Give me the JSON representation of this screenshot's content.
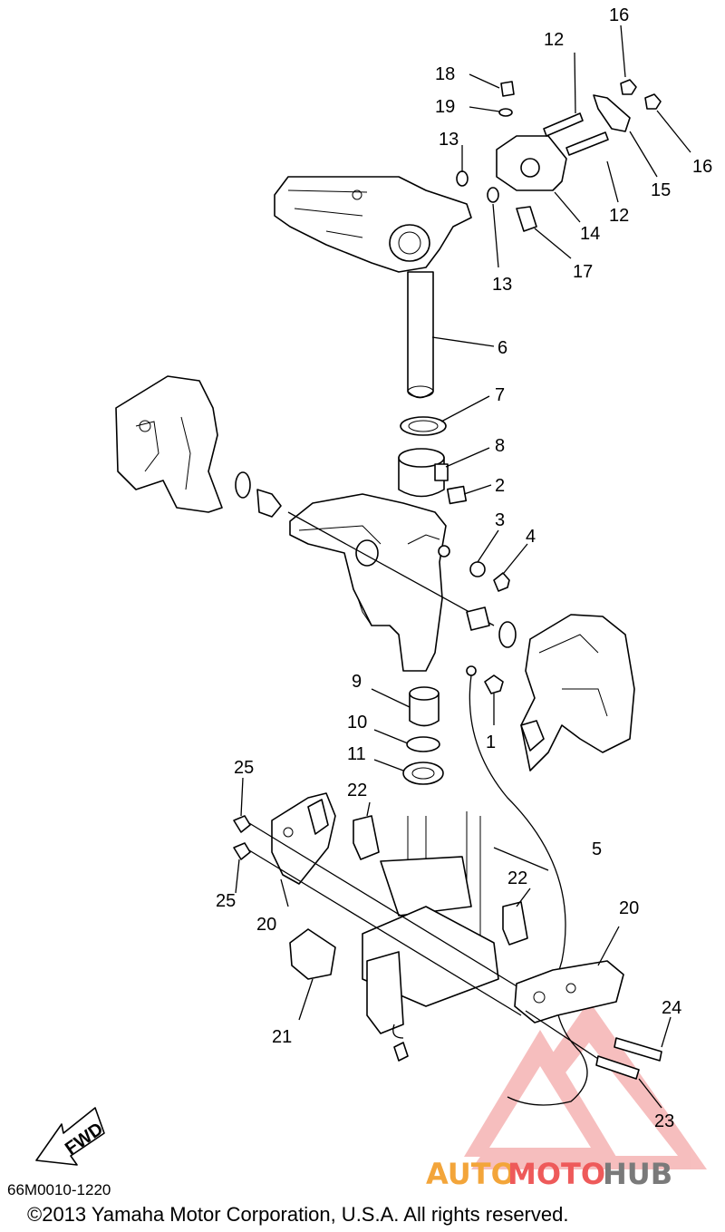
{
  "callouts": [
    "1",
    "2",
    "3",
    "4",
    "5",
    "6",
    "7",
    "8",
    "9",
    "10",
    "11",
    "12",
    "12",
    "13",
    "13",
    "14",
    "15",
    "16",
    "16",
    "17",
    "18",
    "19",
    "20",
    "20",
    "21",
    "22",
    "22",
    "23",
    "24",
    "25",
    "25"
  ],
  "fwd_label": "FWD",
  "diagram_code": "66M0010-1220",
  "copyright": "©2013 Yamaha Motor Corporation, U.S.A. All rights reserved.",
  "watermark": {
    "part1": "AUTO",
    "part2": "MOTO",
    "part3": "HUB"
  },
  "colors": {
    "watermark_orange": "#f3a53a",
    "watermark_red": "#ee5a5a",
    "watermark_gray": "#7a7a7a",
    "line": "#000000"
  }
}
